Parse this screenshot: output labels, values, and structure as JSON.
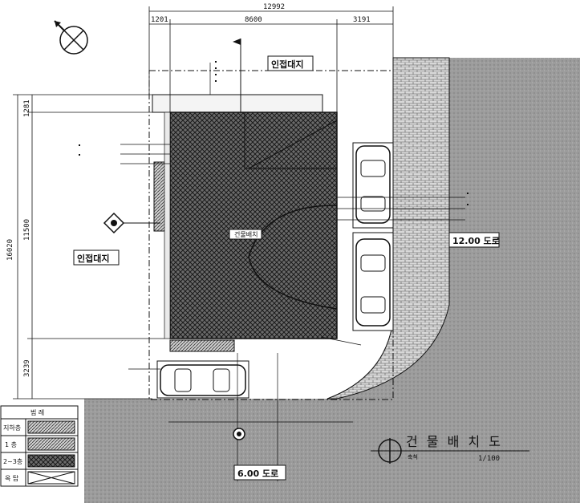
{
  "dimensions": {
    "total_width": "12992",
    "left_segment": "1201",
    "middle_segment": "8600",
    "right_segment": "3191",
    "total_depth": "16020",
    "top_segment": "1281",
    "main_segment": "11500",
    "bottom_segment": "3239"
  },
  "labels": {
    "adjacent_top": "인접대지",
    "adjacent_left": "인접대지",
    "road_right": "12.00 도로",
    "road_bottom": "6.00 도로",
    "building_center": "건물배치",
    "title": "건 물 배 치 도",
    "scale_prefix": "축척",
    "scale": "1/100"
  },
  "legend": {
    "header": "범 례",
    "rows": [
      "지하층",
      "1 층",
      "2~3층",
      "옥 탑"
    ]
  },
  "colors": {
    "line": "#111111",
    "road": "#9a9a9a",
    "hatch": "#2a2a2a",
    "brick": "#c9c9c9"
  }
}
